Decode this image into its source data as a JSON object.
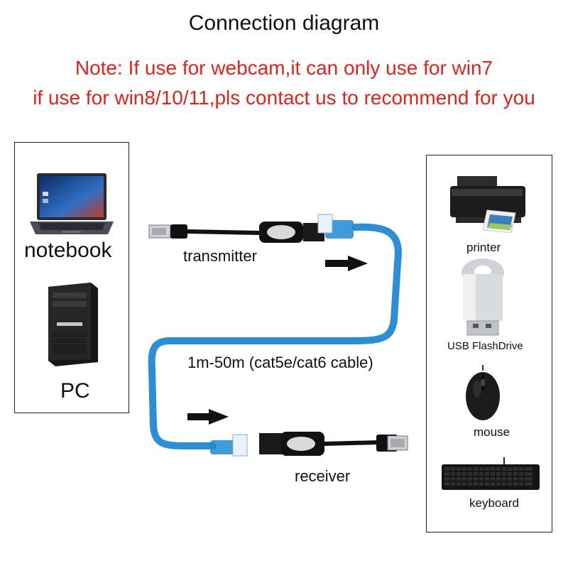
{
  "header": {
    "title": "Connection diagram",
    "note_line1": "Note: If use for webcam,it can only use for win7",
    "note_line2": "if use for win8/10/11,pls contact us to recommend for you"
  },
  "hosts": [
    {
      "label": "notebook",
      "icon": "laptop-icon"
    },
    {
      "label": "PC",
      "icon": "desktop-tower-icon"
    }
  ],
  "devices": [
    {
      "label": "printer",
      "icon": "printer-icon"
    },
    {
      "label": "USB FlashDrive",
      "icon": "usb-flash-drive-icon"
    },
    {
      "label": "mouse",
      "icon": "mouse-icon"
    },
    {
      "label": "keyboard",
      "icon": "keyboard-icon"
    }
  ],
  "extender": {
    "transmitter_label": "transmitter",
    "receiver_label": "receiver",
    "cable_label": "1m-50m (cat5e/cat6 cable)"
  },
  "colors": {
    "note_red": "#e3221c",
    "cable_blue": "#2a8fd6",
    "connector_black": "#1a1a1a"
  }
}
